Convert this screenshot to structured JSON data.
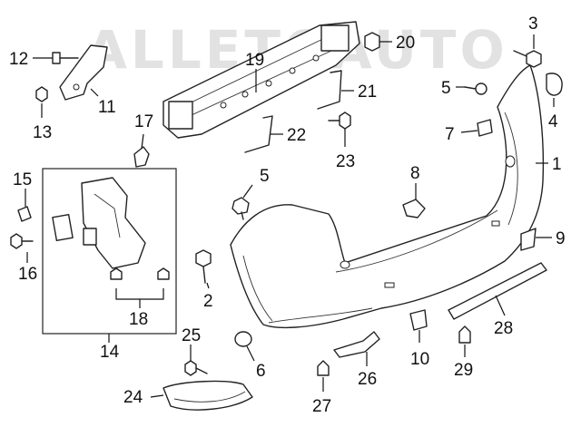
{
  "watermark": "ALLETOAUTO",
  "callouts": {
    "c1": "1",
    "c2": "2",
    "c3": "3",
    "c4": "4",
    "c5a": "5",
    "c5b": "5",
    "c6": "6",
    "c7": "7",
    "c8": "8",
    "c9": "9",
    "c10": "10",
    "c11": "11",
    "c12": "12",
    "c13": "13",
    "c14": "14",
    "c15": "15",
    "c16": "16",
    "c17": "17",
    "c18": "18",
    "c19": "19",
    "c20": "20",
    "c21": "21",
    "c22": "22",
    "c23": "23",
    "c24": "24",
    "c25": "25",
    "c26": "26",
    "c27": "27",
    "c28": "28",
    "c29": "29"
  }
}
